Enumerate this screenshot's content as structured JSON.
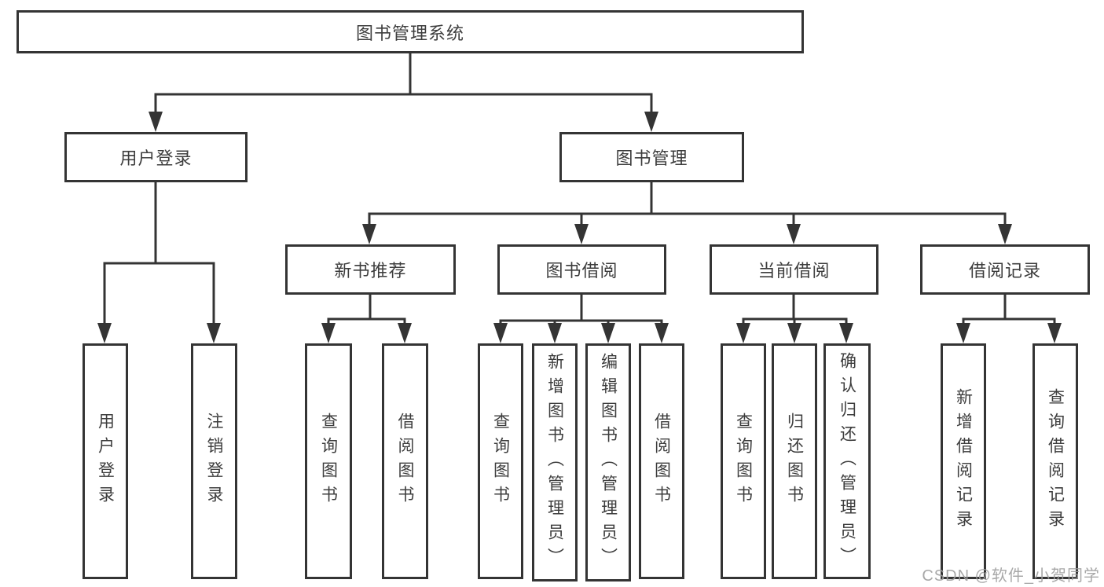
{
  "diagram": {
    "title_node": {
      "label": "图书管理系统"
    },
    "level2": [
      {
        "label": "用户登录"
      },
      {
        "label": "图书管理"
      }
    ],
    "level3": [
      {
        "label": "新书推荐"
      },
      {
        "label": "图书借阅"
      },
      {
        "label": "当前借阅"
      },
      {
        "label": "借阅记录"
      }
    ],
    "leaves": [
      {
        "label": "用户登录",
        "parent": "用户登录"
      },
      {
        "label": "注销登录",
        "parent": "用户登录"
      },
      {
        "label": "查询图书",
        "parent": "新书推荐"
      },
      {
        "label": "借阅图书",
        "parent": "新书推荐"
      },
      {
        "label": "查询图书",
        "parent": "图书借阅"
      },
      {
        "label": "新增图书（管理员）",
        "parent": "图书借阅"
      },
      {
        "label": "编辑图书（管理员）",
        "parent": "图书借阅"
      },
      {
        "label": "借阅图书",
        "parent": "图书借阅"
      },
      {
        "label": "查询图书",
        "parent": "当前借阅"
      },
      {
        "label": "归还图书",
        "parent": "当前借阅"
      },
      {
        "label": "确认归还（管理员）",
        "parent": "当前借阅"
      },
      {
        "label": "新增借阅记录",
        "parent": "借阅记录"
      },
      {
        "label": "查询借阅记录",
        "parent": "借阅记录"
      }
    ],
    "colors": {
      "line": "#343434",
      "border": "#343434",
      "text": "#3d3d3d",
      "background": "#ffffff",
      "watermark": "#9e9e9e"
    }
  },
  "watermark": {
    "text": "CSDN @软件_小贺同学"
  }
}
